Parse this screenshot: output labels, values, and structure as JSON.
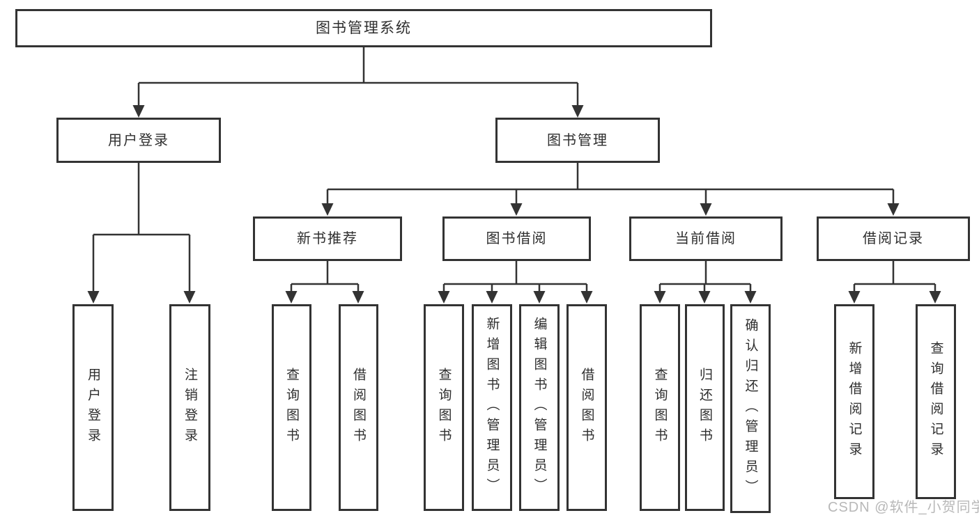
{
  "title": "图书管理系统",
  "watermark": "CSDN @软件_小贺同学",
  "colors": {
    "line": "#333333",
    "text": "#2e2e2e",
    "background": "#ffffff",
    "watermark": "#b8b8b8"
  },
  "tree": {
    "root": {
      "label": "图书管理系统",
      "children": [
        {
          "label": "用户登录",
          "children": [
            {
              "label": "用户登录"
            },
            {
              "label": "注销登录"
            }
          ]
        },
        {
          "label": "图书管理",
          "children": [
            {
              "label": "新书推荐",
              "children": [
                {
                  "label": "查询图书"
                },
                {
                  "label": "借阅图书"
                }
              ]
            },
            {
              "label": "图书借阅",
              "children": [
                {
                  "label": "查询图书"
                },
                {
                  "label": "新增图书（管理员）"
                },
                {
                  "label": "编辑图书（管理员）"
                },
                {
                  "label": "借阅图书"
                }
              ]
            },
            {
              "label": "当前借阅",
              "children": [
                {
                  "label": "查询图书"
                },
                {
                  "label": "归还图书"
                },
                {
                  "label": "确认归还（管理员）"
                }
              ]
            },
            {
              "label": "借阅记录",
              "children": [
                {
                  "label": "新增借阅记录"
                },
                {
                  "label": "查询借阅记录"
                }
              ]
            }
          ]
        }
      ]
    }
  }
}
